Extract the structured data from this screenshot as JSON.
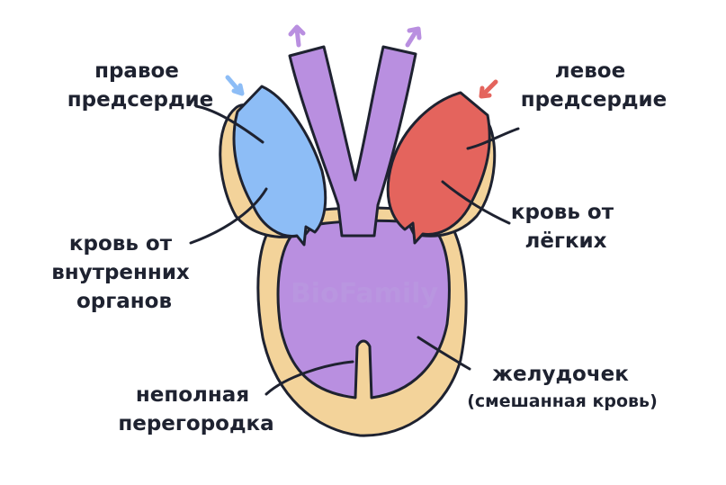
{
  "labels": {
    "right_atrium": [
      "правое",
      "предсердие"
    ],
    "left_atrium": [
      "левое",
      "предсердие"
    ],
    "blood_from_organs": [
      "кровь от",
      "внутренних",
      "органов"
    ],
    "blood_from_lungs": [
      "кровь от",
      "лёгких"
    ],
    "incomplete_septum": [
      "неполная",
      "перегородка"
    ],
    "ventricle": [
      "желудочек",
      "(смешанная кровь)"
    ]
  },
  "watermark": "BioFamily",
  "colors": {
    "wall": "#f3d39a",
    "right_atrium": "#8dbdf6",
    "left_atrium": "#e4645d",
    "ventricle": "#b98fe0",
    "outline": "#1e2230",
    "arrow_in_right": "#8dbdf6",
    "arrow_in_left": "#e4645d",
    "arrow_out": "#b98fe0"
  }
}
